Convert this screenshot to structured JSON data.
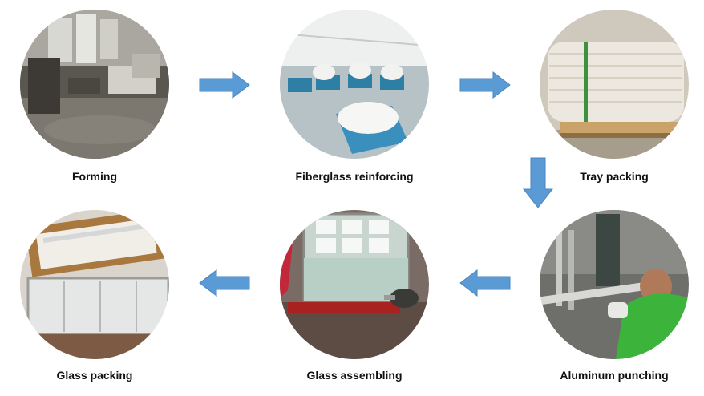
{
  "colors": {
    "arrow": "#5b9bd5",
    "arrow_stroke": "#4a86c0",
    "caption": "#111111"
  },
  "steps": [
    {
      "label": "Forming",
      "icon": "factory-floor-photo"
    },
    {
      "label": "Fiberglass reinforcing",
      "icon": "workshop-tubs-photo"
    },
    {
      "label": "Tray packing",
      "icon": "stacked-trays-pallet-photo"
    },
    {
      "label": "Aluminum punching",
      "icon": "worker-punching-photo"
    },
    {
      "label": "Glass assembling",
      "icon": "glass-panel-drilling-photo"
    },
    {
      "label": "Glass packing",
      "icon": "boxed-glass-doors-photo"
    }
  ],
  "arrows": [
    {
      "direction": "right",
      "from": "Forming",
      "to": "Fiberglass reinforcing"
    },
    {
      "direction": "right",
      "from": "Fiberglass reinforcing",
      "to": "Tray packing"
    },
    {
      "direction": "down",
      "from": "Tray packing",
      "to": "Aluminum punching"
    },
    {
      "direction": "left",
      "from": "Aluminum punching",
      "to": "Glass assembling"
    },
    {
      "direction": "left",
      "from": "Glass assembling",
      "to": "Glass packing"
    }
  ]
}
